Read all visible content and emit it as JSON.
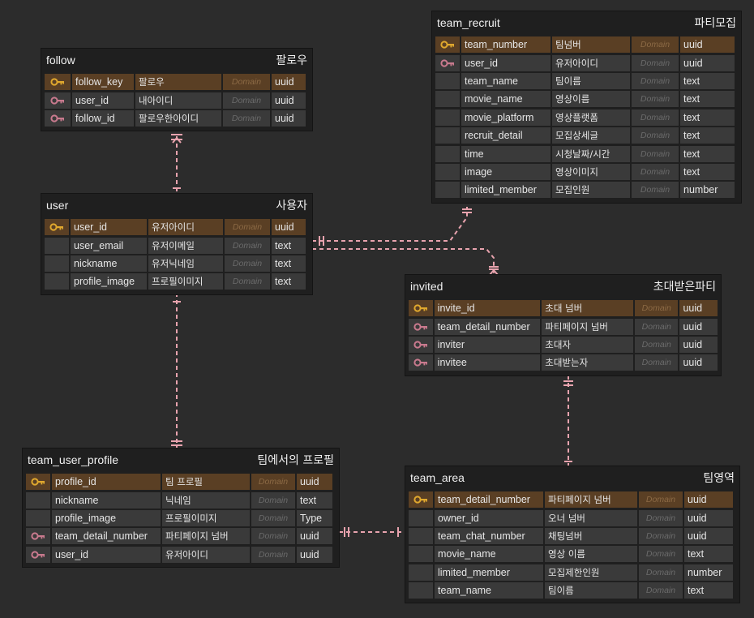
{
  "colors": {
    "background": "#2c2c2c",
    "table_bg": "#1f1f1f",
    "cell_bg": "#3a3a3a",
    "pk_row_bg": "#5a3f24",
    "pk_key_icon": "#e0a82e",
    "fk_key_icon": "#c97a8e",
    "relation_line": "#e8a3ae"
  },
  "tables": [
    {
      "id": "follow",
      "name": "follow",
      "label": "팔로우",
      "fields": [
        {
          "key": "pk",
          "name": "follow_key",
          "label": "팔로우",
          "domain": "Domain",
          "type": "uuid"
        },
        {
          "key": "fk",
          "name": "user_id",
          "label": "내아이디",
          "domain": "Domain",
          "type": "uuid"
        },
        {
          "key": "fk",
          "name": "follow_id",
          "label": "팔로우한아이디",
          "domain": "Domain",
          "type": "uuid"
        }
      ]
    },
    {
      "id": "user",
      "name": "user",
      "label": "사용자",
      "fields": [
        {
          "key": "pk",
          "name": "user_id",
          "label": "유저아이디",
          "domain": "Domain",
          "type": "uuid"
        },
        {
          "key": "",
          "name": "user_email",
          "label": "유저이메일",
          "domain": "Domain",
          "type": "text"
        },
        {
          "key": "",
          "name": "nickname",
          "label": "유저닉네임",
          "domain": "Domain",
          "type": "text"
        },
        {
          "key": "",
          "name": "profile_image",
          "label": "프로필이미지",
          "domain": "Domain",
          "type": "text"
        }
      ]
    },
    {
      "id": "team_recruit",
      "name": "team_recruit",
      "label": "파티모집",
      "fields": [
        {
          "key": "pk",
          "name": "team_number",
          "label": "팀넘버",
          "domain": "Domain",
          "type": "uuid"
        },
        {
          "key": "fk",
          "name": "user_id",
          "label": "유저아이디",
          "domain": "Domain",
          "type": "uuid"
        },
        {
          "key": "",
          "name": "team_name",
          "label": "팀이름",
          "domain": "Domain",
          "type": "text"
        },
        {
          "key": "",
          "name": "movie_name",
          "label": "영상이름",
          "domain": "Domain",
          "type": "text"
        },
        {
          "key": "",
          "name": "movie_platform",
          "label": "영상플랫폼",
          "domain": "Domain",
          "type": "text"
        },
        {
          "key": "",
          "name": "recruit_detail",
          "label": "모집상세글",
          "domain": "Domain",
          "type": "text"
        },
        {
          "key": "",
          "name": "time",
          "label": "시청날짜/시간",
          "domain": "Domain",
          "type": "text"
        },
        {
          "key": "",
          "name": "image",
          "label": "영상이미지",
          "domain": "Domain",
          "type": "text"
        },
        {
          "key": "",
          "name": "limited_member",
          "label": "모집인원",
          "domain": "Domain",
          "type": "number"
        }
      ]
    },
    {
      "id": "invited",
      "name": "invited",
      "label": "초대받은파티",
      "fields": [
        {
          "key": "pk",
          "name": "invite_id",
          "label": "초대 넘버",
          "domain": "Domain",
          "type": "uuid"
        },
        {
          "key": "fk",
          "name": "team_detail_number",
          "label": "파티페이지 넘버",
          "domain": "Domain",
          "type": "uuid"
        },
        {
          "key": "fk",
          "name": "inviter",
          "label": "초대자",
          "domain": "Domain",
          "type": "uuid"
        },
        {
          "key": "fk",
          "name": "invitee",
          "label": "초대받는자",
          "domain": "Domain",
          "type": "uuid"
        }
      ]
    },
    {
      "id": "team_user_profile",
      "name": "team_user_profile",
      "label": "팀에서의 프로필",
      "fields": [
        {
          "key": "pk",
          "name": "profile_id",
          "label": "팀 프로필",
          "domain": "Domain",
          "type": "uuid"
        },
        {
          "key": "",
          "name": "nickname",
          "label": "닉네임",
          "domain": "Domain",
          "type": "text"
        },
        {
          "key": "",
          "name": "profile_image",
          "label": "프로필이미지",
          "domain": "Domain",
          "type": "Type"
        },
        {
          "key": "fk",
          "name": "team_detail_number",
          "label": "파티페이지 넘버",
          "domain": "Domain",
          "type": "uuid"
        },
        {
          "key": "fk",
          "name": "user_id",
          "label": "유저아이디",
          "domain": "Domain",
          "type": "uuid"
        }
      ]
    },
    {
      "id": "team_area",
      "name": "team_area",
      "label": "팀영역",
      "fields": [
        {
          "key": "pk",
          "name": "team_detail_number",
          "label": "파티페이지 넘버",
          "domain": "Domain",
          "type": "uuid"
        },
        {
          "key": "",
          "name": "owner_id",
          "label": "오너 넘버",
          "domain": "Domain",
          "type": "uuid"
        },
        {
          "key": "",
          "name": "team_chat_number",
          "label": "채팅넘버",
          "domain": "Domain",
          "type": "uuid"
        },
        {
          "key": "",
          "name": "movie_name",
          "label": "영상 이름",
          "domain": "Domain",
          "type": "text"
        },
        {
          "key": "",
          "name": "limited_member",
          "label": "모집제한인원",
          "domain": "Domain",
          "type": "number"
        },
        {
          "key": "",
          "name": "team_name",
          "label": "팀이름",
          "domain": "Domain",
          "type": "text"
        }
      ]
    }
  ]
}
